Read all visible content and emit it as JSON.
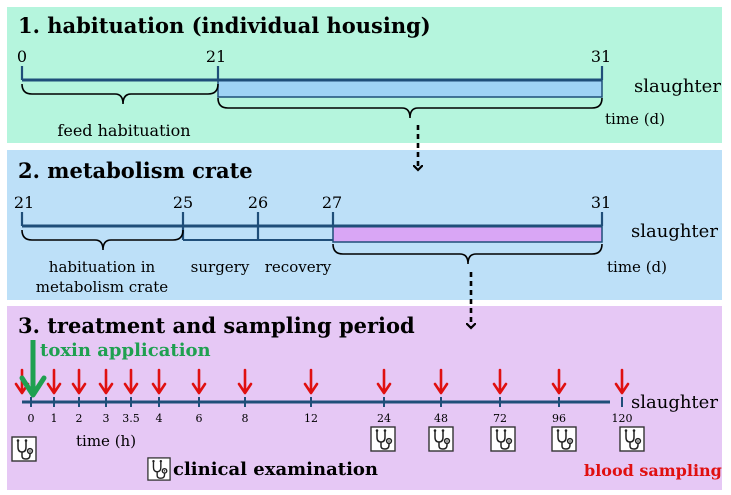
{
  "colors": {
    "panel1": "#b5f5dd",
    "panel2": "#bde0f8",
    "panel3": "#e6c8f5",
    "axis": "#1f4e79",
    "bar_blue": "#9fd3f5",
    "bar_purple": "#d9a6f5",
    "arrow_red": "#e01010",
    "arrow_green": "#1fa050",
    "red_text": "#e01010",
    "green_text": "#1fa050"
  },
  "panel1": {
    "title": "1. habituation (individual housing)",
    "ticks": [
      "0",
      "21",
      "31"
    ],
    "brace_label": "feed habituation",
    "end_label": "slaughter",
    "unit_label": "time (d)"
  },
  "panel2": {
    "title": "2. metabolism crate",
    "ticks": [
      "21",
      "25",
      "26",
      "27",
      "31"
    ],
    "phase_habituation_line1": "habituation in",
    "phase_habituation_line2": "metabolism crate",
    "phase_surgery": "surgery",
    "phase_recovery": "recovery",
    "end_label": "slaughter",
    "unit_label": "time (d)"
  },
  "panel3": {
    "title": "3. treatment and sampling period",
    "toxin_label": "toxin application",
    "ticks": [
      "0",
      "1",
      "2",
      "3",
      "3.5",
      "4",
      "6",
      "8",
      "12",
      "24",
      "48",
      "72",
      "96",
      "120"
    ],
    "end_label": "slaughter",
    "unit_label": "time (h)",
    "exam_label": "clinical examination",
    "blood_label": "blood sampling",
    "stethoscope_icon": "stethoscope-icon",
    "blood_icon": "red-arrow-icon"
  }
}
